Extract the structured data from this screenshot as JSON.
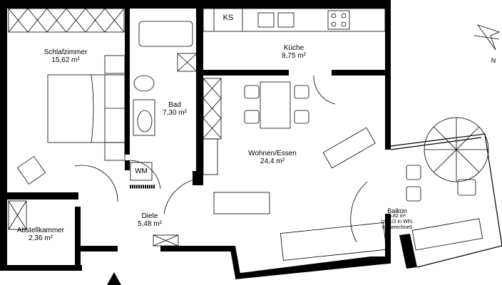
{
  "rooms": [
    {
      "name": "Schlafzimmer",
      "area": "15,62 m²"
    },
    {
      "name": "Bad",
      "area": "7,30 m²"
    },
    {
      "name": "Küche",
      "area": "8,75 m²"
    },
    {
      "name": "Wohnen/Essen",
      "area": "24,4 m²"
    },
    {
      "name": "Diele",
      "area": "5,48 m²"
    },
    {
      "name": "Abstellkammer",
      "area": "2,36 m²"
    },
    {
      "name": "Balkon",
      "area": "5,82 m²",
      "note_line1": "(zu 1/2 in WFL",
      "note_line2": "eingerechnet)"
    }
  ],
  "fixtures": {
    "fridge": "KS",
    "washer": "WM"
  },
  "compass": {
    "north": "N"
  },
  "colors": {
    "wall": "#000000",
    "line": "#000000",
    "background": "#ffffff"
  }
}
